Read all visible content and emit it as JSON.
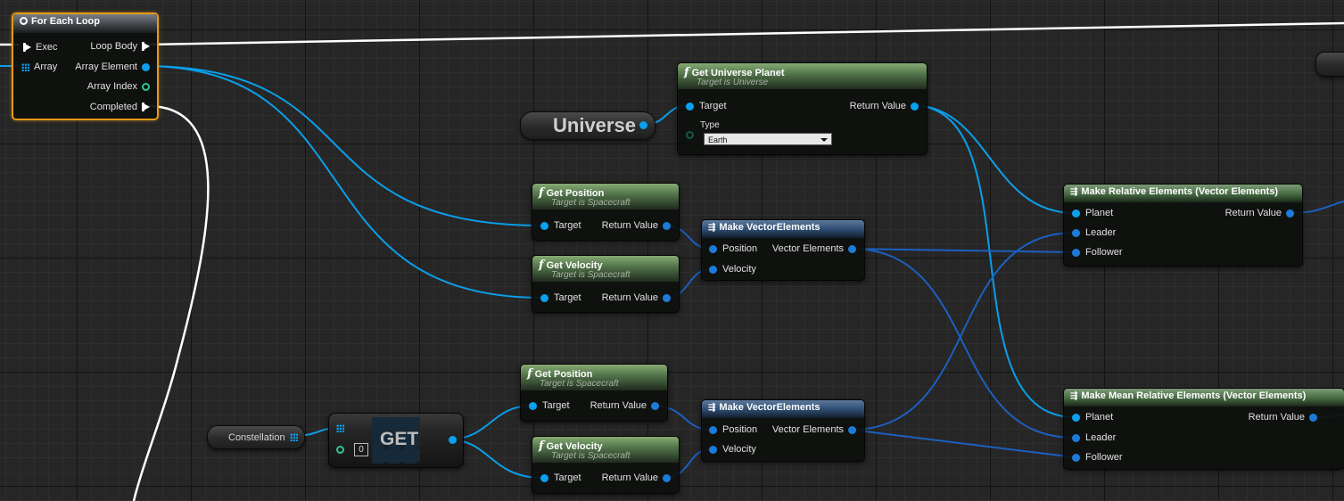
{
  "colors": {
    "exec_wire": "#ffffff",
    "data_wire": "#0b9ee8",
    "struct_wire": "#1c5fbf",
    "selected_outline": "#e69a17",
    "function_header": "#5f8a55",
    "make_header": "#2f4e73"
  },
  "for_each_loop": {
    "title": "For Each Loop",
    "icon": "loop-icon",
    "pins_in": [
      "Exec",
      "Array"
    ],
    "pins_out": [
      "Loop Body",
      "Array Element",
      "Array Index",
      "Completed"
    ]
  },
  "universe_var": {
    "label": "Universe"
  },
  "get_universe_planet": {
    "title": "Get Universe Planet",
    "subtitle": "Target is Universe",
    "pin_target": "Target",
    "pin_type": "Type",
    "type_value": "Earth",
    "pin_return": "Return Value"
  },
  "get_position_1": {
    "title": "Get Position",
    "subtitle": "Target is Spacecraft",
    "pin_target": "Target",
    "pin_return": "Return Value"
  },
  "get_velocity_1": {
    "title": "Get Velocity",
    "subtitle": "Target is Spacecraft",
    "pin_target": "Target",
    "pin_return": "Return Value"
  },
  "make_vector_1": {
    "title": "Make VectorElements",
    "pin_position": "Position",
    "pin_velocity": "Velocity",
    "pin_out": "Vector Elements"
  },
  "make_relative": {
    "title": "Make Relative Elements (Vector Elements)",
    "pin_planet": "Planet",
    "pin_leader": "Leader",
    "pin_follower": "Follower",
    "pin_return": "Return Value"
  },
  "constellation_var": {
    "label": "Constellation"
  },
  "get_node": {
    "label": "GET",
    "index_value": "0"
  },
  "get_position_2": {
    "title": "Get Position",
    "subtitle": "Target is Spacecraft",
    "pin_target": "Target",
    "pin_return": "Return Value"
  },
  "get_velocity_2": {
    "title": "Get Velocity",
    "subtitle": "Target is Spacecraft",
    "pin_target": "Target",
    "pin_return": "Return Value"
  },
  "make_vector_2": {
    "title": "Make VectorElements",
    "pin_position": "Position",
    "pin_velocity": "Velocity",
    "pin_out": "Vector Elements"
  },
  "make_mean_relative": {
    "title": "Make Mean Relative Elements (Vector Elements)",
    "pin_planet": "Planet",
    "pin_leader": "Leader",
    "pin_follower": "Follower",
    "pin_return": "Return Value"
  }
}
